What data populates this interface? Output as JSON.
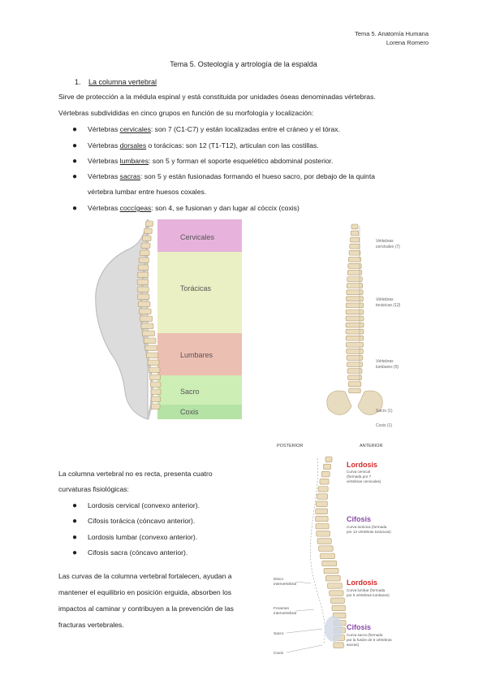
{
  "header": {
    "line1": "Tema 5. Anatomía Humana",
    "line2": "Lorena Romero"
  },
  "title": "Tema 5. Osteología y artrología de la espalda",
  "section": {
    "number": "1.",
    "title": "La columna vertebral"
  },
  "intro": [
    "Sirve de protección a la médula espinal y está constituida por unidades óseas denominadas vértebras.",
    "Vértebras subdivididas en cinco grupos en función de su morfología y localización:"
  ],
  "groups": [
    {
      "pre": "Vértebras ",
      "term": "cervicales",
      "post": ": son 7 (C1-C7) y están localizadas entre el cráneo y el tórax."
    },
    {
      "pre": "Vértebras ",
      "term": "dorsales",
      "post": " o torácicas: son 12 (T1-T12), articulan con las costillas."
    },
    {
      "pre": "Vértebras ",
      "term": "lumbares",
      "post": ": son 5 y forman el soporte esquelético abdominal posterior."
    },
    {
      "pre": "Vértebras ",
      "term": "sacras",
      "post": ": son 5 y están fusionadas formando el hueso sacro, por debajo de la quinta"
    },
    {
      "pre": "Vértebras ",
      "term": "coccígeas",
      "post": ": son 4, se fusionan y dan lugar al cóccix (coxis)"
    }
  ],
  "sacral_continuation": "vértebra lumbar entre huesos coxales.",
  "figure1": {
    "regions": [
      {
        "label": "Cervicales",
        "color": "#e7b3dc"
      },
      {
        "label": "Torácicas",
        "color": "#eaf0c4"
      },
      {
        "label": "Lumbares",
        "color": "#ecbfb3"
      },
      {
        "label": "Sacro",
        "color": "#cdeeb5"
      },
      {
        "label": "Coxis",
        "color": "#b5e3a5"
      }
    ]
  },
  "figure2": {
    "labels": [
      {
        "t1": "Vértebras",
        "t2": "cervicales (7)"
      },
      {
        "t1": "Vértebras",
        "t2": "torácicas (12)"
      },
      {
        "t1": "Vértebras",
        "t2": "lumbares (5)"
      },
      {
        "t1": "Sacro (1)",
        "t2": ""
      },
      {
        "t1": "Coxis (1)",
        "t2": ""
      }
    ]
  },
  "curvatures_intro": [
    "La columna vertebral no es recta, presenta cuatro",
    "curvaturas fisiológicas:"
  ],
  "curvatures": [
    "Lordosis cervical (convexo anterior).",
    "Cifosis torácica (cóncavo anterior).",
    "Lordosis lumbar (convexo anterior).",
    "Cifosis sacra (cóncavo anterior)."
  ],
  "function_text": [
    "Las curvas de la columna vertebral fortalecen, ayudan a",
    "mantener el equilibrio en posición erguida, absorben los",
    "impactos al caminar y contribuyen a la prevención de las",
    "fracturas vertebrales."
  ],
  "figure3": {
    "posterior": "POSTERIOR",
    "anterior": "ANTERIOR",
    "curves": [
      {
        "name": "Lordosis",
        "color": "#d42a2a",
        "d1": "Curva cervical",
        "d2": "(formada por 7",
        "d3": "vértebras cervicales)"
      },
      {
        "name": "Cifosis",
        "color": "#8a4aa8",
        "d1": "Curva torácica (formada",
        "d2": "por 12 vértebras torácicas)",
        "d3": ""
      },
      {
        "name": "Lordosis",
        "color": "#d42a2a",
        "d1": "Curva lumbar (formada",
        "d2": "por 5 vértebras lumbares)",
        "d3": ""
      },
      {
        "name": "Cifosis",
        "color": "#8a4aa8",
        "d1": "Curva sacra (formada",
        "d2": "por la fusión de 5 vértebras",
        "d3": "sacras)"
      }
    ],
    "left_labels": [
      {
        "t1": "Disco",
        "t2": "intervertebral"
      },
      {
        "t1": "Foramen",
        "t2": "intervertebral"
      },
      {
        "t1": "Sacro",
        "t2": ""
      },
      {
        "t1": "Coxis",
        "t2": ""
      }
    ]
  }
}
